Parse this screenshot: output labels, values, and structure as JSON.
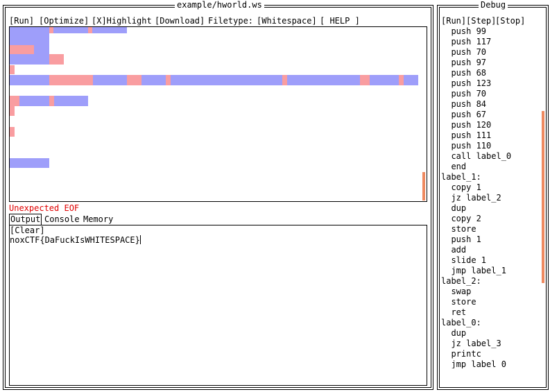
{
  "editor": {
    "title": "example/hworld.ws",
    "toolbar": {
      "run": "[Run]",
      "optimize": "[Optimize]",
      "highlight": "[X]Highlight",
      "download": "[Download]",
      "filetype_label": "Filetype:",
      "filetype_value": "[Whitespace]",
      "help": "[ HELP ]"
    },
    "error": "Unexpected EOF",
    "colors": {
      "space": "#9e9efa",
      "tab": "#f99da0",
      "error": "#e00000",
      "scrollbar": "#ef8a60"
    }
  },
  "output": {
    "tabs": [
      "Output",
      "Console",
      "Memory"
    ],
    "active_tab": "Output",
    "clear": "[Clear]",
    "text": "noxCTF{DaFuckIsWHITESPACE}"
  },
  "debug": {
    "title": "Debug",
    "run": "[Run]",
    "step": "[Step]",
    "stop": "[Stop]",
    "lines": [
      "  push 99",
      "  push 117",
      "  push 70",
      "  push 97",
      "  push 68",
      "  push 123",
      "  push 70",
      "  push 84",
      "  push 67",
      "  push 120",
      "  push 111",
      "  push 110",
      "  call label_0",
      "  end",
      "label_1:",
      "  copy 1",
      "  jz label_2",
      "  dup",
      "  copy 2",
      "  store",
      "  push 1",
      "  add",
      "  slide 1",
      "  jmp label_1",
      "label_2:",
      "  swap",
      "  store",
      "  ret",
      "label_0:",
      "  dup",
      "  jz label_3",
      "  printc",
      "  jmp label_0"
    ]
  }
}
